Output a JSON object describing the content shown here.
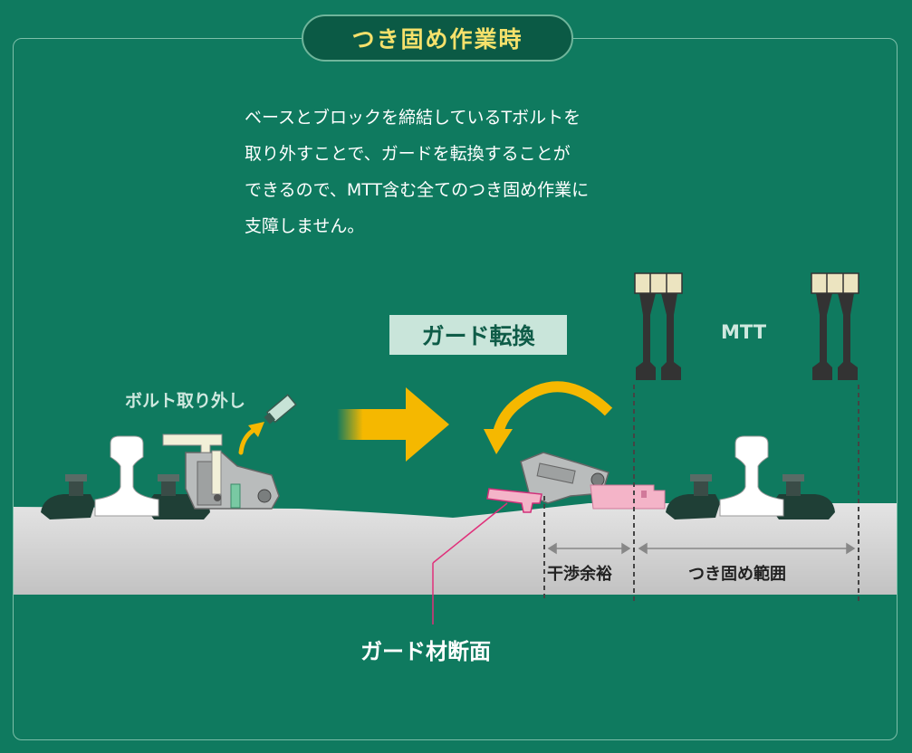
{
  "title": "つき固め作業時",
  "description_lines": [
    "ベースとブロックを締結しているTボルトを",
    "取り外すことで、ガードを転換することが",
    "できるので、MTT含む全てのつき固め作業に",
    "支障しません。"
  ],
  "labels": {
    "bolt_removal": "ボルト取り外し",
    "guard_switch": "ガード転換",
    "mtt": "MTT",
    "clearance": "干渉余裕",
    "tamping_range": "つき固め範囲",
    "guard_section": "ガード材断面"
  },
  "colors": {
    "background": "#0f7a5f",
    "title_text": "#f6e16b",
    "arrow": "#f5b800",
    "ballast": "#d3d3d3",
    "guard_pink": "#f4a9c4",
    "leader_line": "#e0307a"
  }
}
